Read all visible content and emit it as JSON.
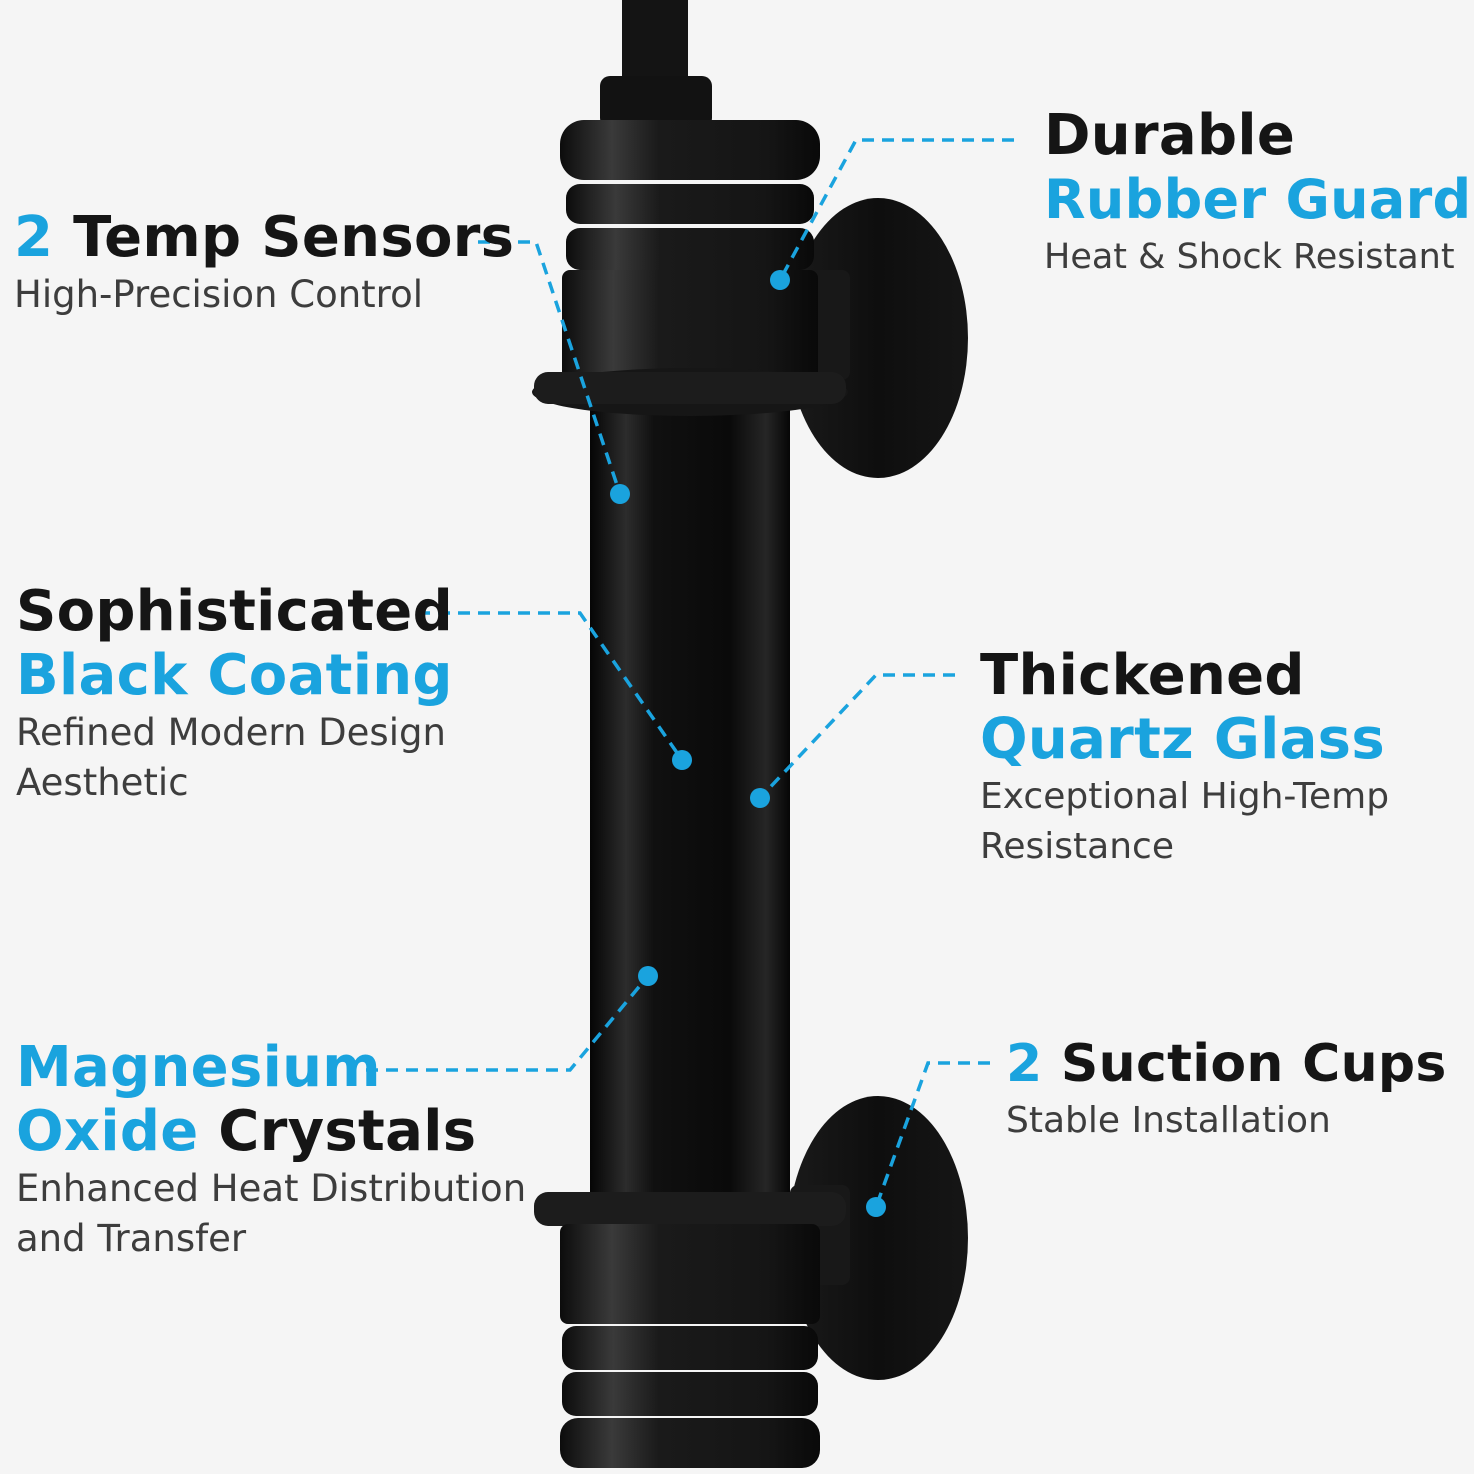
{
  "colors": {
    "accent": "#1aa3de",
    "ink": "#151515",
    "subtext": "#3d3d3d",
    "background": "#f5f5f5",
    "heater": "#111111"
  },
  "callouts": {
    "temp_sensors": {
      "count": "2",
      "title": "Temp Sensors",
      "subtitle": "High-Precision Control"
    },
    "rubber_guard": {
      "line1": "Durable",
      "line2": "Rubber Guard",
      "subtitle": "Heat & Shock Resistant"
    },
    "black_coating": {
      "line1": "Sophisticated",
      "line2": "Black Coating",
      "subtitle_1": "Refined Modern Design",
      "subtitle_2": "Aesthetic"
    },
    "quartz_glass": {
      "line1": "Thickened",
      "line2": "Quartz Glass",
      "subtitle_1": "Exceptional High-Temp",
      "subtitle_2": "Resistance"
    },
    "crystals": {
      "line1": "Magnesium",
      "line2_blue": "Oxide",
      "line2_dark": "Crystals",
      "subtitle_1": "Enhanced Heat Distribution",
      "subtitle_2": "and Transfer"
    },
    "suction_cups": {
      "count": "2",
      "title": "Suction Cups",
      "subtitle": "Stable Installation"
    }
  }
}
